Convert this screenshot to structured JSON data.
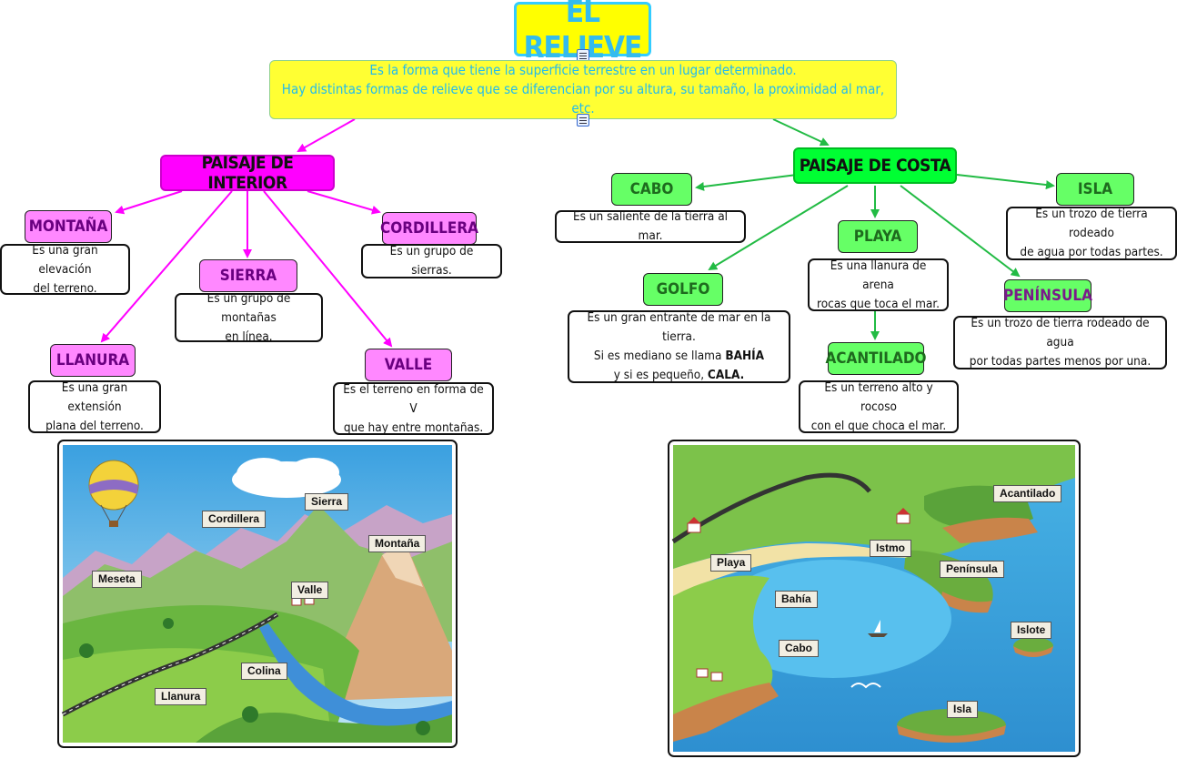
{
  "title": "EL RELIEVE",
  "definition": {
    "line1": "Es la forma que tiene la superficie terrestre en un lugar determinado.",
    "line2": "Hay distintas formas de relieve que se diferencian por su altura, su tamaño, la proximidad al mar, etc."
  },
  "interior": {
    "title": "PAISAJE DE INTERIOR",
    "color": "#ff00ff",
    "montana": {
      "label": "MONTAÑA",
      "d1": "Es una gran elevación",
      "d2": "del terreno."
    },
    "sierra": {
      "label": "SIERRA",
      "d1": "Es un grupo de montañas",
      "d2": "en línea."
    },
    "cordillera": {
      "label": "CORDILLERA",
      "d1": "Es un grupo de sierras."
    },
    "llanura": {
      "label": "LLANURA",
      "d1": "Es una gran extensión",
      "d2": "plana del terreno."
    },
    "valle": {
      "label": "VALLE",
      "d1": "Es el terreno en forma de V",
      "d2": "que hay entre montañas."
    },
    "image_labels": {
      "sierra": "Sierra",
      "cordillera": "Cordillera",
      "montana": "Montaña",
      "meseta": "Meseta",
      "valle": "Valle",
      "colina": "Colina",
      "llanura": "Llanura"
    }
  },
  "costa": {
    "title": "PAISAJE DE COSTA",
    "color": "#00ff33",
    "cabo": {
      "label": "CABO",
      "d1": "Es un saliente de la tierra al mar."
    },
    "playa": {
      "label": "PLAYA",
      "d1": "Es una llanura de arena",
      "d2": "rocas que toca el mar."
    },
    "isla": {
      "label": "ISLA",
      "d1": "Es un trozo de tierra rodeado",
      "d2": "de agua por todas partes."
    },
    "golfo": {
      "label": "GOLFO",
      "d1": "Es un gran entrante de mar en la tierra.",
      "d2a": "Si es mediano se llama ",
      "d2b": "BAHÍA",
      "d3a": "y si es pequeño, ",
      "d3b": "CALA."
    },
    "peninsula": {
      "label": "PENÍNSULA",
      "d1": "Es un trozo de tierra rodeado de agua",
      "d2": "por todas partes menos por una."
    },
    "acantilado": {
      "label": "ACANTILADO",
      "d1": "Es un terreno alto y rocoso",
      "d2": "con el que choca el mar."
    },
    "image_labels": {
      "acantilado": "Acantilado",
      "playa": "Playa",
      "istmo": "Istmo",
      "peninsula": "Península",
      "bahia": "Bahía",
      "islote": "Islote",
      "cabo": "Cabo",
      "isla": "Isla"
    }
  }
}
